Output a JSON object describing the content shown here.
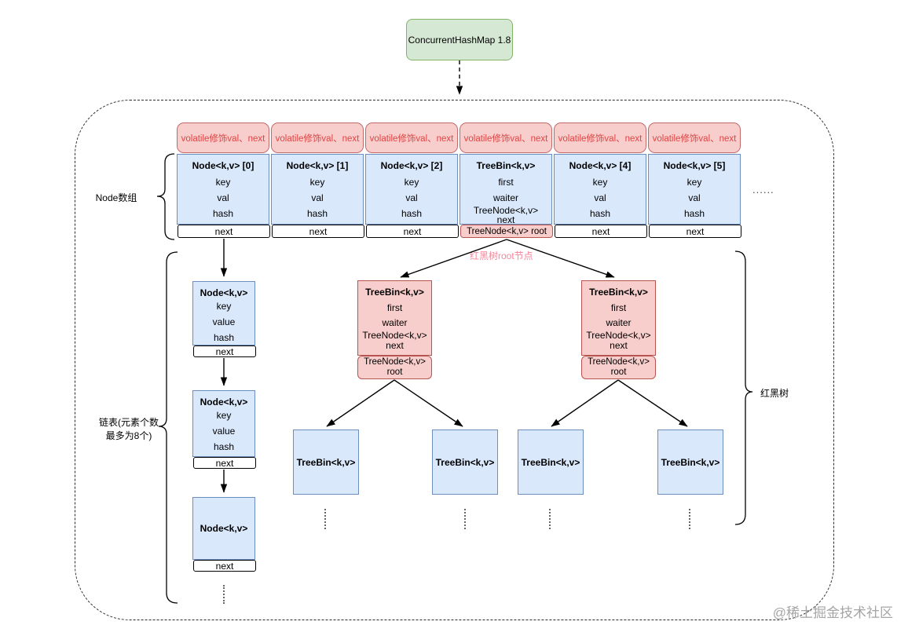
{
  "title_box": {
    "label": "ConcurrentHashMap 1.8"
  },
  "array": {
    "volatile_label": "volatile修饰val、next",
    "ellipsis": "......",
    "columns": [
      {
        "title": "Node<k,v> [0]",
        "fields": [
          "key",
          "val",
          "hash"
        ],
        "next": "next"
      },
      {
        "title": "Node<k,v> [1]",
        "fields": [
          "key",
          "val",
          "hash"
        ],
        "next": "next"
      },
      {
        "title": "Node<k,v> [2]",
        "fields": [
          "key",
          "val",
          "hash"
        ],
        "next": "next"
      },
      {
        "title": "TreeBin<k,v>",
        "fields": [
          "first",
          "waiter",
          "TreeNode<k,v> next"
        ],
        "root": "TreeNode<k,v> root"
      },
      {
        "title": "Node<k,v> [4]",
        "fields": [
          "key",
          "val",
          "hash"
        ],
        "next": "next"
      },
      {
        "title": "Node<k,v> [5]",
        "fields": [
          "key",
          "val",
          "hash"
        ],
        "next": "next"
      }
    ]
  },
  "labels": {
    "node_array": "Node数组",
    "linked_list_line1": "链表(元素个数",
    "linked_list_line2": "最多为8个)",
    "rbtree": "红黑树",
    "root_annotation": "红黑树root节点"
  },
  "linked_list": {
    "nodes": [
      {
        "title": "Node<k,v>",
        "fields": [
          "key",
          "value",
          "hash"
        ],
        "next": "next"
      },
      {
        "title": "Node<k,v>",
        "fields": [
          "key",
          "value",
          "hash"
        ],
        "next": "next"
      },
      {
        "title": "Node<k,v>",
        "next": "next"
      }
    ]
  },
  "tree": {
    "bins": [
      {
        "title": "TreeBin<k,v>",
        "fields": [
          "first",
          "waiter",
          "TreeNode<k,v> next"
        ],
        "root_line1": "TreeNode<k,v>",
        "root_line2": "root"
      },
      {
        "title": "TreeBin<k,v>",
        "fields": [
          "first",
          "waiter",
          "TreeNode<k,v> next"
        ],
        "root_line1": "TreeNode<k,v>",
        "root_line2": "root"
      }
    ],
    "leaves": [
      "TreeBin<k,v>",
      "TreeBin<k,v>",
      "TreeBin<k,v>",
      "TreeBin<k,v>"
    ]
  },
  "watermark": "@稀土掘金技术社区",
  "colors": {
    "green_fill": "#d5e8d4",
    "green_border": "#82b366",
    "blue_fill": "#dae8fc",
    "blue_border": "#6c8ebf",
    "pink_fill": "#f8cecc",
    "pink_border": "#b85450",
    "red_text": "#e04545",
    "annotation_pink": "#f5879c"
  }
}
